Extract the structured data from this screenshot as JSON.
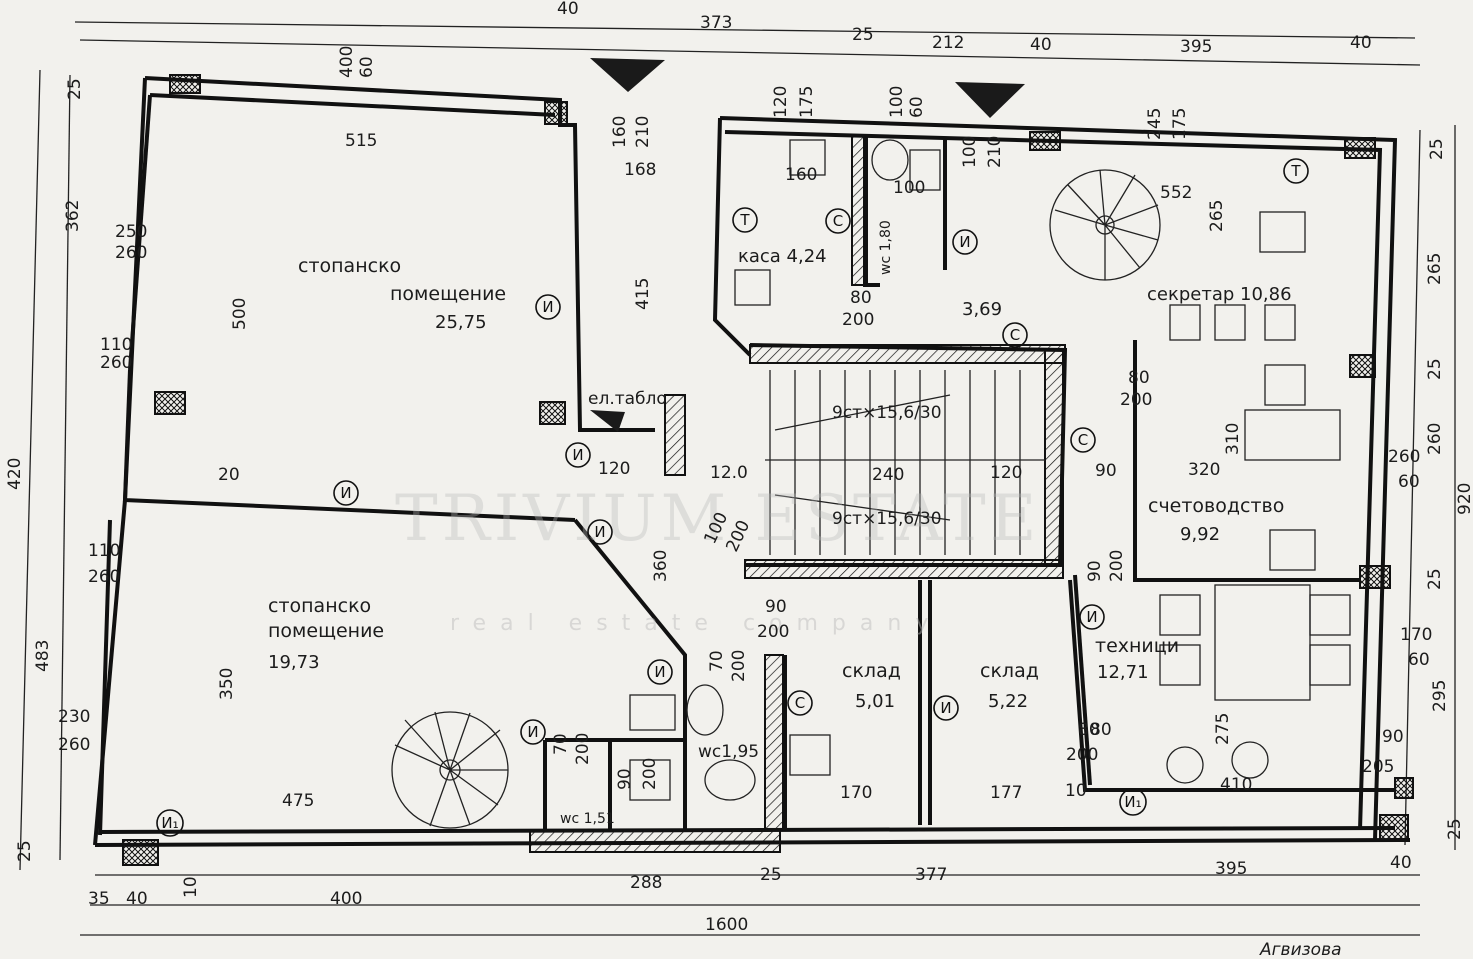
{
  "rooms": {
    "r1_name_1": "стопанско",
    "r1_name_2": "помещение",
    "r1_area": "25,75",
    "r2_name_1": "стопанско",
    "r2_name_2": "помещение",
    "r2_area": "19,73",
    "kasa": "каса 4,24",
    "hall_area": "3,69",
    "sekretar": "секретар 10,86",
    "schet_name": "счетоводство",
    "schet_area": "9,92",
    "sklad1_name": "склад",
    "sklad1_area": "5,01",
    "sklad2_name": "склад",
    "sklad2_area": "5,22",
    "tehnici_name": "техници",
    "tehnici_area": "12,71",
    "el_tablo": "ел.табло",
    "wc_1": "wc 1,80",
    "wc_2": "wc1,95",
    "wc_3": "wc 1,51",
    "stair_1": "9ст×15,6/30",
    "stair_2": "9ст×15,6/30"
  },
  "dimensions": {
    "top": [
      "40",
      "373",
      "25",
      "212",
      "40",
      "395",
      "40"
    ],
    "bottom": [
      "35",
      "40",
      "400",
      "10",
      "288",
      "25",
      "377",
      "395",
      "40"
    ],
    "total": "1600",
    "left": [
      "25",
      "362",
      "420",
      "483",
      "25"
    ],
    "right": [
      "25",
      "265",
      "25",
      "260",
      "920",
      "25",
      "295",
      "25"
    ],
    "interior": [
      "515",
      "500",
      "415",
      "350",
      "475",
      "360",
      "168",
      "160",
      "100",
      "552",
      "320",
      "310",
      "240",
      "120",
      "12.0",
      "120",
      "90",
      "265",
      "275",
      "410",
      "170",
      "20",
      "177",
      "80",
      "10"
    ]
  },
  "openings": {
    "w1": "250",
    "w1b": "260",
    "w2": "110",
    "w2b": "260",
    "w3": "110",
    "w3b": "260",
    "w4": "230",
    "w4b": "260",
    "w5": "400",
    "w5b": "60",
    "w6": "120",
    "w6b": "175",
    "w7": "100",
    "w7b": "60",
    "w8": "245",
    "w8b": "175",
    "w9": "260",
    "w9b": "60",
    "w10": "170",
    "w10b": "60",
    "d1": "160",
    "d1b": "210",
    "d2": "100",
    "d2b": "210",
    "d3": "80",
    "d3b": "200",
    "d4": "80",
    "d4b": "200",
    "d5": "100",
    "d5b": "200",
    "d6": "90",
    "d6b": "200",
    "d7": "90",
    "d7b": "200",
    "d8": "70",
    "d8b": "200",
    "d9": "70",
    "d9b": "200",
    "d10": "80",
    "d10b": "200",
    "d11": "90",
    "d11b": "205",
    "d12": "90",
    "d12b": "200"
  },
  "markers": {
    "i": "И",
    "i1": "И₁",
    "s": "С",
    "t": "Т"
  },
  "watermark": {
    "main": "TRIVIUM ESTATE",
    "sub": "real estate company"
  },
  "signature": "Агвизовa"
}
